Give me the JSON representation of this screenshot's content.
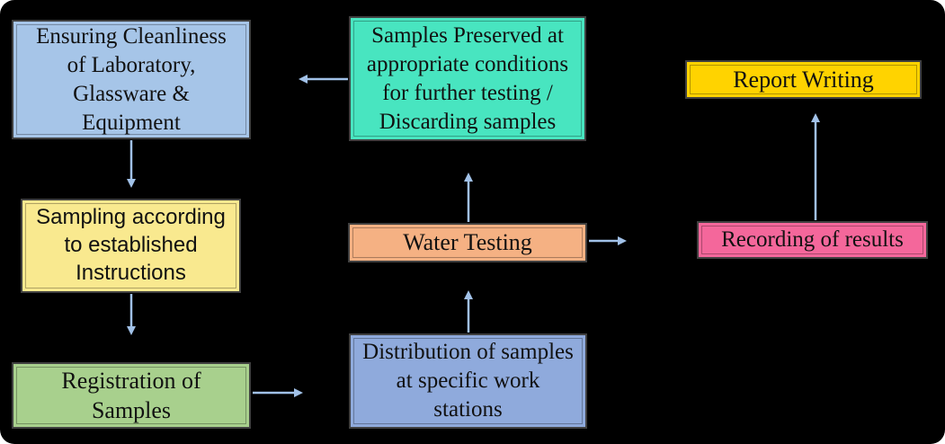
{
  "colors": {
    "background": "#000000",
    "arrow": "#A1C1E8",
    "box_border": "#404040",
    "text": "#111111"
  },
  "diagram": {
    "boxes": [
      {
        "id": "ensuring-cleanliness",
        "label": "Ensuring Cleanliness\nof Laboratory,\nGlassware &\nEquipment",
        "fill": "#A6C5E8"
      },
      {
        "id": "sampling-instructions",
        "label": "Sampling according\nto established\nInstructions",
        "fill": "#F9E98F"
      },
      {
        "id": "registration-samples",
        "label": "Registration of\nSamples",
        "fill": "#A8D08D"
      },
      {
        "id": "distribution-samples",
        "label": "Distribution of samples\nat specific work\nstations",
        "fill": "#8FAADC"
      },
      {
        "id": "water-testing",
        "label": "Water Testing",
        "fill": "#F5B183"
      },
      {
        "id": "samples-preserved",
        "label": "Samples Preserved at\nappropriate conditions\nfor further testing /\nDiscarding samples",
        "fill": "#48E5C0"
      },
      {
        "id": "recording-results",
        "label": "Recording of results",
        "fill": "#F4679B"
      },
      {
        "id": "report-writing",
        "label": "Report Writing",
        "fill": "#FFD300"
      }
    ],
    "connections": [
      {
        "from": "ensuring-cleanliness",
        "to": "sampling-instructions"
      },
      {
        "from": "sampling-instructions",
        "to": "registration-samples"
      },
      {
        "from": "registration-samples",
        "to": "distribution-samples"
      },
      {
        "from": "distribution-samples",
        "to": "water-testing"
      },
      {
        "from": "water-testing",
        "to": "samples-preserved"
      },
      {
        "from": "samples-preserved",
        "to": "ensuring-cleanliness"
      },
      {
        "from": "water-testing",
        "to": "recording-results"
      },
      {
        "from": "recording-results",
        "to": "report-writing"
      }
    ]
  }
}
